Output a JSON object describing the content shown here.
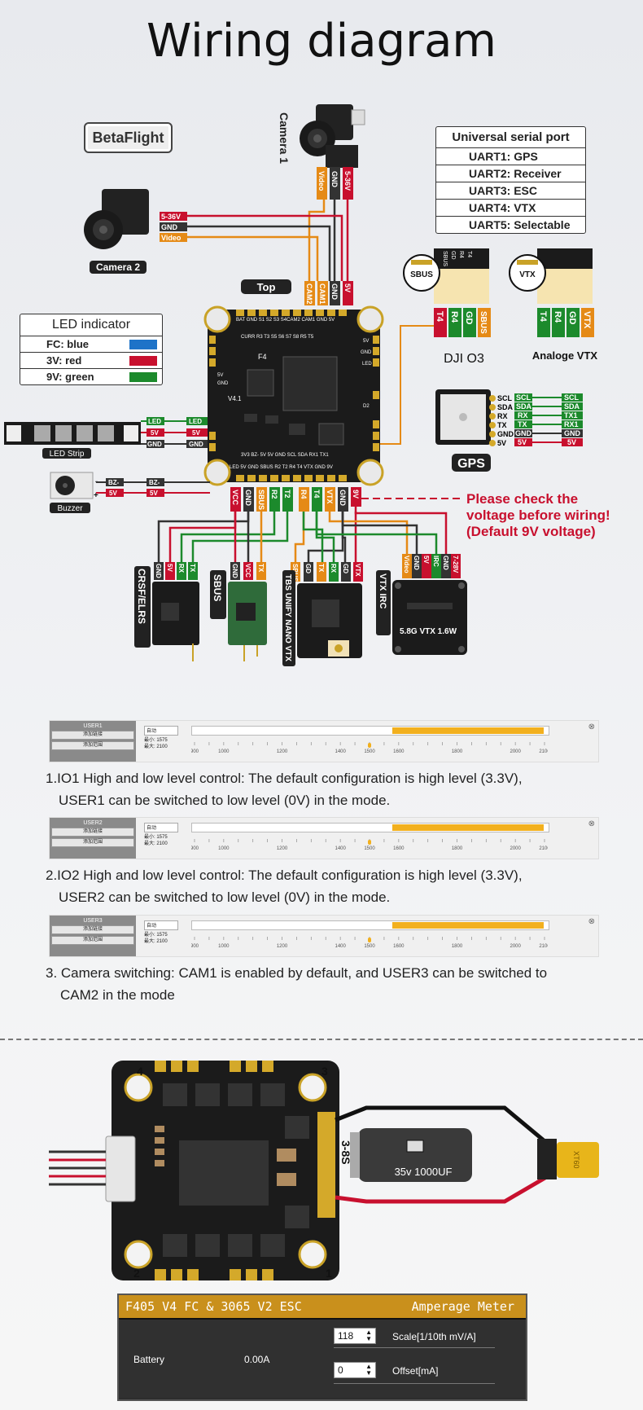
{
  "title": "Wiring diagram",
  "betaflight_badge": "BetaFlight",
  "uart_table": {
    "header": "Universal serial port",
    "rows": [
      "UART1: GPS",
      "UART2: Receiver",
      "UART3: ESC",
      "UART4: VTX",
      "UART5: Selectable"
    ]
  },
  "led_indicator": {
    "header": "LED indicator",
    "rows": [
      {
        "label": "FC:  blue",
        "color": "#1e73c8"
      },
      {
        "label": "3V:  red",
        "color": "#c8102e"
      },
      {
        "label": "9V:  green",
        "color": "#1c8a2c"
      }
    ]
  },
  "cameras": {
    "camera1": "Camera 1",
    "camera2": "Camera 2",
    "cam1_wires": [
      "Video",
      "GND",
      "5-36V"
    ],
    "cam2_wires": [
      "5-36V",
      "GND",
      "Video"
    ]
  },
  "fc": {
    "top_label": "Top",
    "model": "F4",
    "version": "V4.1",
    "top_pads": "BAT GND  S1  S2  S3  S4CAM2 CAM1 GND  5V",
    "top_pads2": "CURR R3  T3  S5  S6  S7  S8  R5  T5",
    "bottom_pads": "3V3 BZ-  5V  5V  GND  SCL SDA  RX1 TX1",
    "bottom_pads2": "LED 5V  GND SBUS R2  T2  R4  T4  VTX GND 9V",
    "left_labels": [
      "5V",
      "GND"
    ],
    "right_labels": [
      "5V",
      "GND",
      "LED",
      "D2"
    ],
    "top_wire_labels": [
      "CAM2",
      "CAM1",
      "GND",
      "5V"
    ],
    "bottom_wire_labels": [
      "VCC",
      "GND",
      "SBUS",
      "R2",
      "T2",
      "R4",
      "T4",
      "VTX",
      "GND",
      "9V"
    ]
  },
  "dji": {
    "name": "DJI O3",
    "badge": "SBUS",
    "pins": [
      "SBUS",
      "GD",
      "R4",
      "T4"
    ],
    "wires": [
      "T4",
      "R4",
      "GD",
      "SBUS"
    ]
  },
  "analog_vtx": {
    "name": "Analoge VTX",
    "badge": "VTX",
    "pins": [
      "T4",
      "R4",
      "GD",
      "VTX"
    ]
  },
  "gps": {
    "name": "GPS",
    "pins": [
      "SCL",
      "SDA",
      "RX",
      "TX",
      "GND",
      "5V"
    ],
    "wires_mid": [
      "SCL",
      "SDA",
      "RX",
      "TX",
      "GND",
      "5V"
    ],
    "wires_right": [
      "SCL",
      "SDA",
      "TX1",
      "RX1",
      "GND",
      "5V"
    ]
  },
  "led_strip": {
    "name": "LED Strip",
    "wires_left": [
      "LED",
      "5V",
      "GND"
    ],
    "wires_right": [
      "LED",
      "5V",
      "GND"
    ]
  },
  "buzzer": {
    "name": "Buzzer",
    "wires_left": [
      "BZ-",
      "5V"
    ],
    "wires_right": [
      "BZ-",
      "5V"
    ],
    "minus": "-",
    "plus": "+"
  },
  "warning": [
    "Please check the",
    "voltage before wiring!",
    "(Default 9V voltage)"
  ],
  "receivers": [
    {
      "name": "CRSF/ELRS",
      "pins": [
        "GND",
        "5V",
        "RX",
        "TX"
      ]
    },
    {
      "name": "SBUS",
      "pins": [
        "GND",
        "VCC",
        "TX"
      ]
    },
    {
      "name": "TBS UNIFY NANO VTX",
      "pins": [
        "SBUS",
        "GD",
        "TX",
        "RX",
        "GD",
        "VTX"
      ]
    },
    {
      "name": "VTX IRC",
      "pins": [
        "Video",
        "GND",
        "5V",
        "IRC",
        "GND",
        "7-28V"
      ]
    }
  ],
  "vtx_board_text": "5.8G VTX 1.6W",
  "mode_panels": [
    {
      "user": "USER1",
      "btn1": "添加链接",
      "btn2": "添加范围",
      "select": "自动",
      "min": "最小: 1575",
      "max": "最大: 2100",
      "ticks": [
        "900",
        "1000",
        "1200",
        "1400",
        "1500",
        "1600",
        "1800",
        "2000",
        "2100"
      ]
    },
    {
      "user": "USER2",
      "btn1": "添加链接",
      "btn2": "添加范围",
      "select": "自动",
      "min": "最小: 1575",
      "max": "最大: 2100",
      "ticks": [
        "900",
        "1000",
        "1200",
        "1400",
        "1500",
        "1600",
        "1800",
        "2000",
        "2100"
      ]
    },
    {
      "user": "USER3",
      "btn1": "添加链接",
      "btn2": "添加范围",
      "select": "自动",
      "min": "最小: 1575",
      "max": "最大: 2100",
      "ticks": [
        "900",
        "1000",
        "1200",
        "1400",
        "1500",
        "1600",
        "1800",
        "2000",
        "2100"
      ]
    }
  ],
  "descriptions": [
    [
      "1.IO1 High and low level control: The default configuration is high level (3.3V),",
      "USER1 can be switched to low level (0V) in the mode."
    ],
    [
      "2.IO2 High and low level control: The default configuration is high level (3.3V),",
      "USER2 can be switched to low level (0V) in the mode."
    ],
    [
      "3. Camera switching: CAM1 is enabled by default, and USER3 can be switched to",
      "CAM2 in the mode"
    ]
  ],
  "esc": {
    "motor_numbers": [
      "4",
      "3",
      "2",
      "1"
    ],
    "cells": "3-8S",
    "capacitor": "35v 1000UF",
    "connector": "XT60"
  },
  "amperage_panel": {
    "title_left": "F405 V4 FC & 3065 V2 ESC",
    "title_right": "Amperage Meter",
    "row_label": "Battery",
    "value": "0.00A",
    "scale_value": "118",
    "scale_label": "Scale[1/10th mV/A]",
    "offset_value": "0",
    "offset_label": "Offset[mA]"
  }
}
